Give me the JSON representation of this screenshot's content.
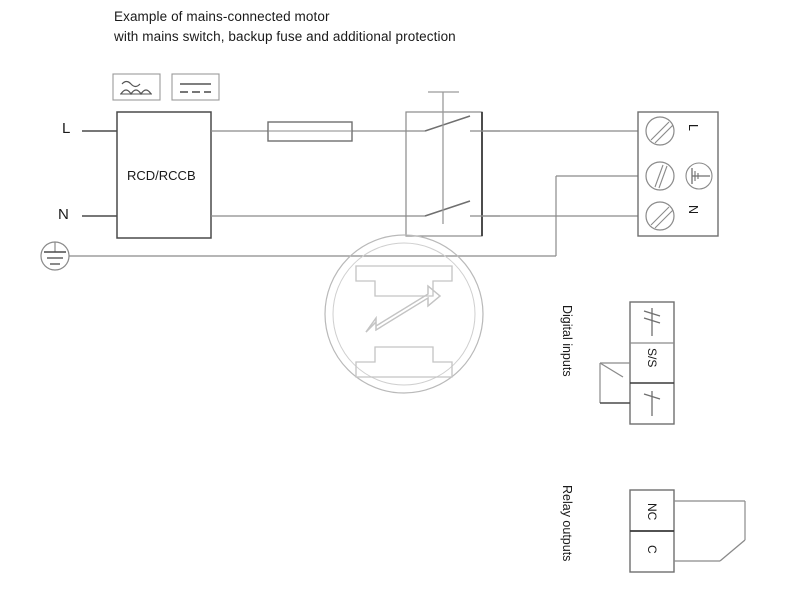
{
  "title": {
    "line1": "Example of mains-connected motor",
    "line2": "with mains switch, backup fuse and additional protection"
  },
  "colors": {
    "line": "#8a8a8a",
    "line_dark": "#4a4a4a",
    "text": "#1a1a1a",
    "background": "#ffffff"
  },
  "supply": {
    "live_label": "L",
    "neutral_label": "N",
    "earth_symbol": "earth-ground"
  },
  "rcd": {
    "label": "RCD/RCCB",
    "symbols": [
      {
        "name": "ac-pulsating-dc-symbol",
        "meaning": "AC and pulsating DC"
      },
      {
        "name": "smooth-dc-symbol",
        "meaning": "smooth DC"
      }
    ]
  },
  "fuse": {
    "name": "backup-fuse",
    "label": ""
  },
  "mains_switch": {
    "name": "mains-switch",
    "poles": 2
  },
  "motor": {
    "name": "motor-pump-symbol",
    "label": ""
  },
  "terminal_block": {
    "name": "mains-terminal-block",
    "terminals": [
      {
        "label": "L",
        "symbol": "screw-terminal"
      },
      {
        "label": "",
        "symbol": "earth-terminal"
      },
      {
        "label": "N",
        "symbol": "screw-terminal"
      }
    ]
  },
  "digital_inputs": {
    "group_label": "Digital inputs",
    "terminals": [
      {
        "label": "",
        "symbol": "digital-input-symbol"
      },
      {
        "label": "S/S",
        "symbol": "text"
      },
      {
        "label": "",
        "symbol": "digital-input-common-symbol"
      }
    ],
    "external_contact": "open-contact"
  },
  "relay_outputs": {
    "group_label": "Relay outputs",
    "terminals": [
      {
        "label": "NC",
        "symbol": "text"
      },
      {
        "label": "C",
        "symbol": "text"
      }
    ],
    "external_contact": "open-contact"
  }
}
